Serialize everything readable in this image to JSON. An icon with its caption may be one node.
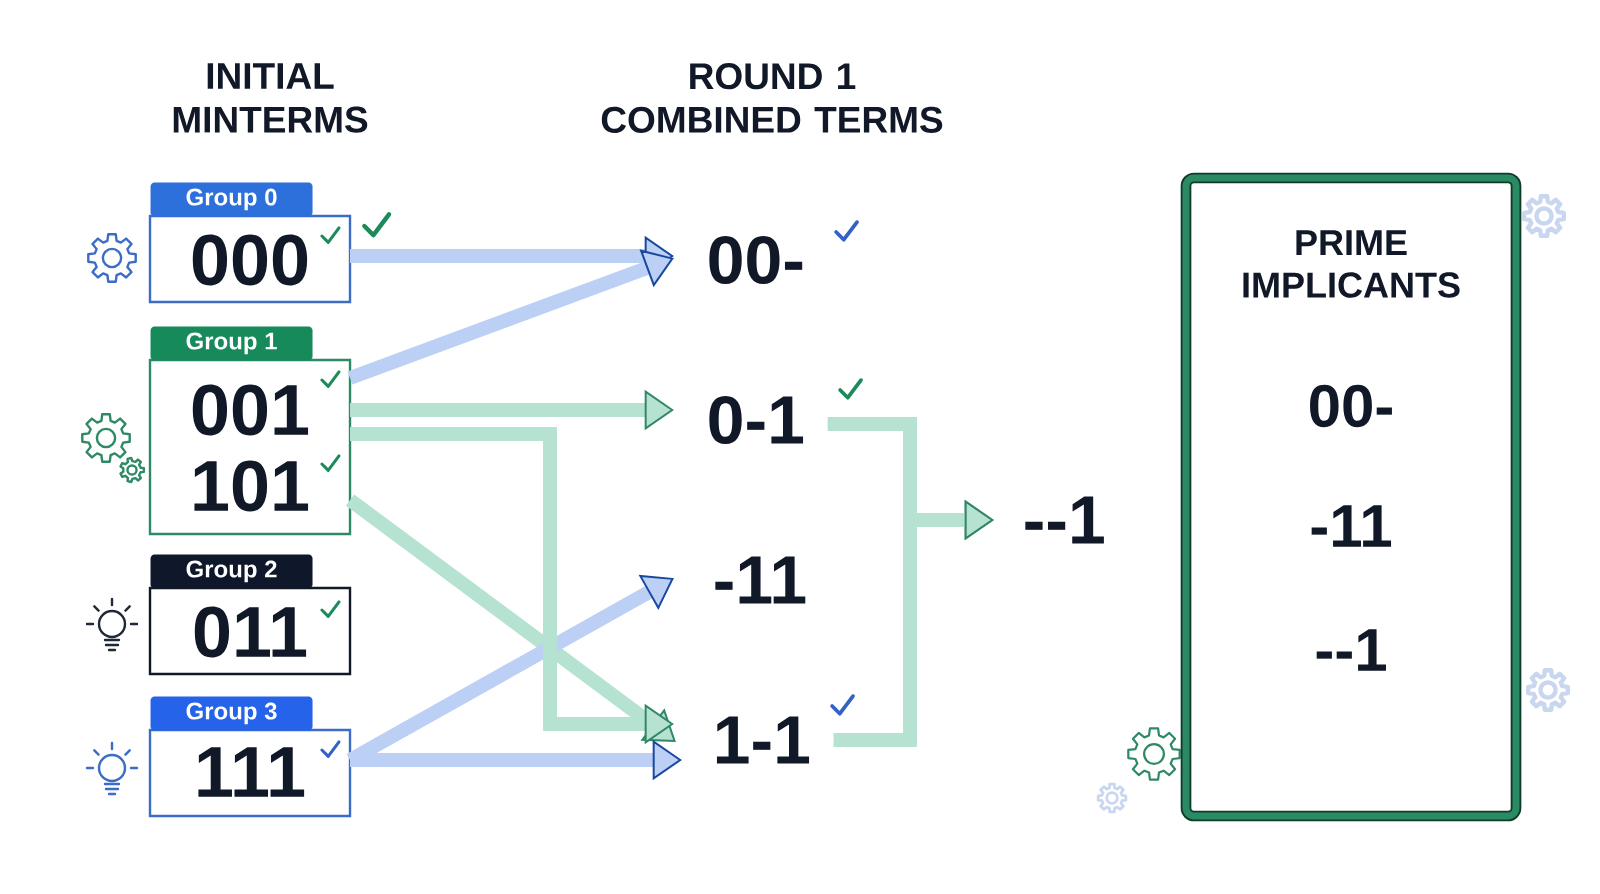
{
  "diagram": {
    "nodes": [
      {
        "text": [
          "Group 0"
        ]
      },
      {
        "text": [
          "000"
        ],
        "in": 0
      },
      {
        "text": [
          "Group 1"
        ]
      },
      {
        "text": [
          "001"
        ],
        "in": 2
      },
      {
        "text": [
          "101"
        ],
        "in": 2
      },
      {
        "text": [
          "Group 2"
        ]
      },
      {
        "text": [
          "011"
        ],
        "in": 5
      },
      {
        "text": [
          "Group 3"
        ]
      },
      {
        "text": [
          "111"
        ],
        "in": 7
      },
      {
        "text": [
          "00-"
        ]
      },
      {
        "text": [
          "0-1"
        ]
      },
      {
        "text": [
          "-11"
        ]
      },
      {
        "text": [
          "1-1"
        ]
      },
      {
        "text": [
          "--1"
        ]
      },
      {
        "text": [
          "PRIME IMPLICANTS",
          "00-",
          "-11",
          "--1"
        ]
      }
    ],
    "edges": [
      {
        "from": 1,
        "to": 9,
        "arrow": "to",
        "color": "#bcd0f5"
      },
      {
        "from": 3,
        "to": 9,
        "arrow": "to",
        "color": "#bcd0f5"
      },
      {
        "from": 3,
        "to": 10,
        "arrow": "to"
      },
      {
        "from": 4,
        "to": 12,
        "arrow": "to"
      },
      {
        "from": 8,
        "to": 11,
        "arrow": "to",
        "color": "#bcd0f5"
      },
      {
        "from": 8,
        "to": 12,
        "arrow": "to",
        "color": "#bcd0f5"
      },
      {
        "from": 3,
        "to": 12,
        "arrow": "to"
      },
      {
        "from": 10,
        "to": 13,
        "arrow": "to"
      },
      {
        "from": 12,
        "to": 13,
        "arrow": "to"
      }
    ],
    "labels": [
      "INITIAL MINTERMS",
      "ROUND 1 COMBINED TERMS"
    ]
  }
}
